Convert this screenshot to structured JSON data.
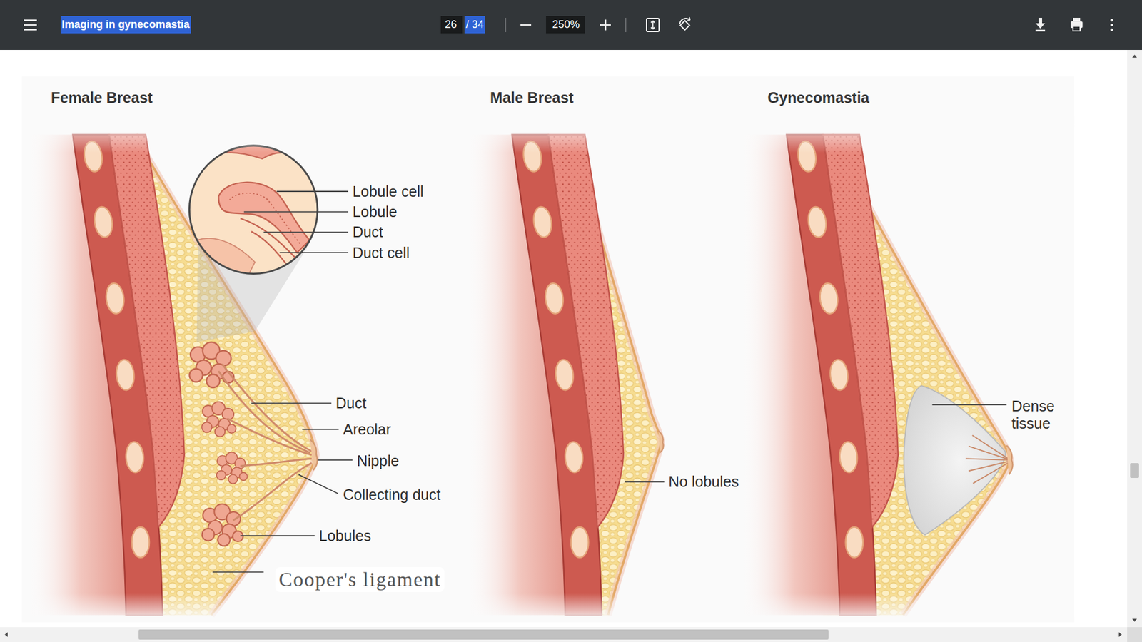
{
  "diagram": {
    "title": "Imaging in gynecomastia",
    "labels": [
      "26",
      "/ 34",
      "250%",
      "Female Breast",
      "Male Breast",
      "Gynecomastia",
      "Lobule cell",
      "Lobule",
      "Duct",
      "Duct cell",
      "Duct",
      "Areolar",
      "Nipple",
      "Collecting duct",
      "Lobules",
      "Cooper's ligament",
      "No lobules",
      "Dense tissue"
    ]
  }
}
